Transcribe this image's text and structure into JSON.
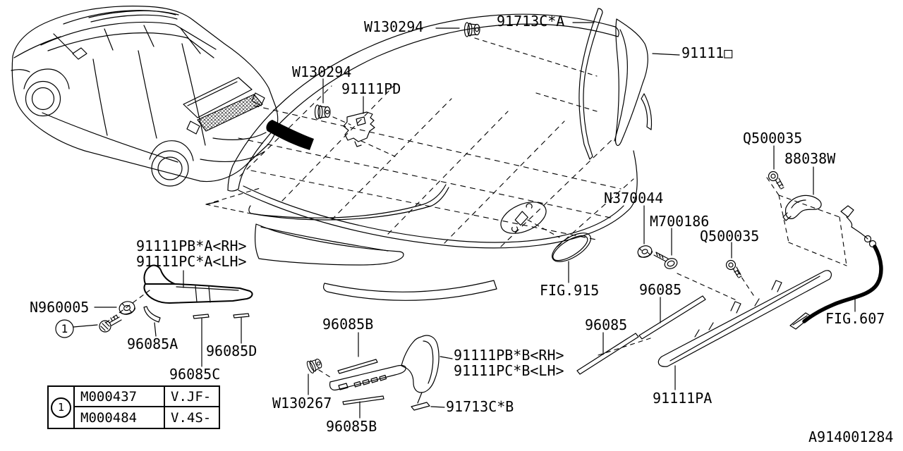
{
  "figure": {
    "code": "A914001284",
    "references": {
      "fig915": "FIG.915",
      "fig607": "FIG.607"
    },
    "callout": {
      "number": "1"
    },
    "parts": {
      "w130294_top": "W130294",
      "p91713c_a": "91713C*A",
      "p91111": "91111□",
      "w130294_mid": "W130294",
      "p91111pd": "91111PD",
      "q500035_top": "Q500035",
      "p88038w": "88038W",
      "n370044": "N370044",
      "m700186": "M700186",
      "q500035_mid": "Q500035",
      "p96085_upper": "96085",
      "p96085_lower": "96085",
      "p91111pb_a": "91111PB*A<RH>",
      "p91111pc_a": "91111PC*A<LH>",
      "n960005": "N960005",
      "p96085a": "96085A",
      "p96085d": "96085D",
      "p96085c": "96085C",
      "p96085b_top": "96085B",
      "w130267": "W130267",
      "p96085b_bottom": "96085B",
      "p91111pb_b": "91111PB*B<RH>",
      "p91111pc_b": "91111PC*B<LH>",
      "p91713c_b": "91713C*B",
      "p91111pa": "91111PA"
    },
    "legend_table": {
      "rows": [
        {
          "part_no": "M000437",
          "applicability": "V.JF-"
        },
        {
          "part_no": "M000484",
          "applicability": "V.4S-"
        }
      ]
    }
  }
}
